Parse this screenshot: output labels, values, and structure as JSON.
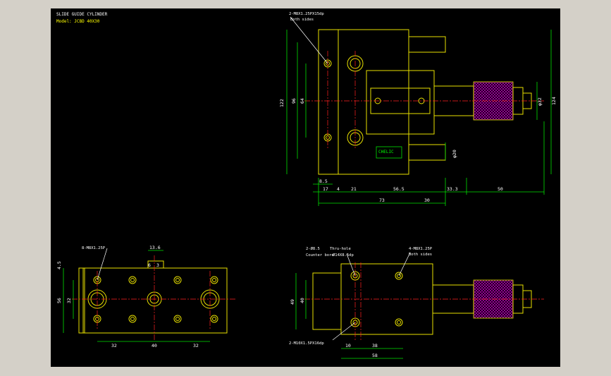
{
  "title_block": {
    "title": "SLIDE GUIDE CYLINDER",
    "model": "Model: JCBD 40X30"
  },
  "top_view": {
    "note_tap": "2-M8X1.25PX15dp",
    "note_tap_sub": "Both sides",
    "brand": "CHELIC",
    "dims": {
      "h122": "122",
      "h96": "96",
      "h64": "64",
      "h124": "124",
      "phi32": "φ32",
      "phi20": "φ20",
      "d8_5": "8.5",
      "d17": "17",
      "d4": "4",
      "d21": "21",
      "d56_5": "56.5",
      "d33_3": "33.3",
      "d50": "50",
      "d73": "73",
      "d30": "30"
    }
  },
  "bottom_left": {
    "note_tap": "8-M8X1.25P",
    "dims": {
      "d13_6": "13.6",
      "d4_5": "4.5",
      "d6": "6",
      "d3": "3",
      "d56": "56",
      "d32v": "32",
      "d32a": "32",
      "d40": "40",
      "d32b": "32"
    }
  },
  "bottom_right": {
    "note_bore": "2-Ø8.5",
    "note_bore2": "Thru-hole",
    "note_counter": "Counter bore",
    "note_counter_val": "Ø14X8.5dp",
    "note_tap": "4-M8X1.25P",
    "note_tap_sub": "Both sides",
    "note_bottom": "2-M10X1.5PX16dp",
    "dims": {
      "d49": "49",
      "d40": "40",
      "d10": "10",
      "d38": "38",
      "d58": "58"
    }
  }
}
